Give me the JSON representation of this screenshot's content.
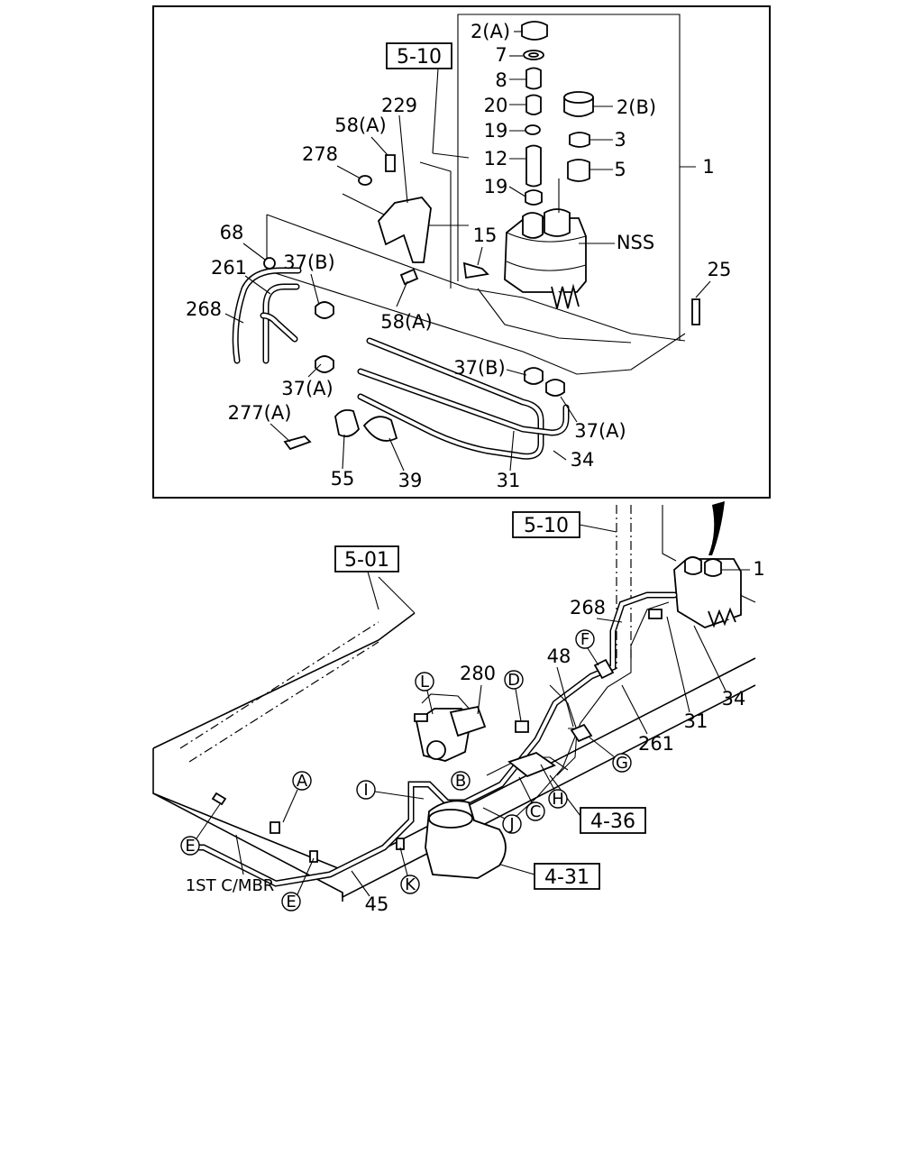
{
  "inset": {
    "parts": [
      {
        "id": "p2a",
        "text": "2(A)"
      },
      {
        "id": "p7",
        "text": "7"
      },
      {
        "id": "p8",
        "text": "8"
      },
      {
        "id": "p20",
        "text": "20"
      },
      {
        "id": "p19a",
        "text": "19"
      },
      {
        "id": "p12",
        "text": "12"
      },
      {
        "id": "p19b",
        "text": "19"
      },
      {
        "id": "p2b",
        "text": "2(B)"
      },
      {
        "id": "p3",
        "text": "3"
      },
      {
        "id": "p5",
        "text": "5"
      },
      {
        "id": "p1",
        "text": "1"
      },
      {
        "id": "pnss",
        "text": "NSS"
      },
      {
        "id": "p15",
        "text": "15"
      },
      {
        "id": "p25",
        "text": "25"
      },
      {
        "id": "p229",
        "text": "229"
      },
      {
        "id": "p58a1",
        "text": "58(A)"
      },
      {
        "id": "p278",
        "text": "278"
      },
      {
        "id": "p68",
        "text": "68"
      },
      {
        "id": "p261",
        "text": "261"
      },
      {
        "id": "p37b1",
        "text": "37(B)"
      },
      {
        "id": "p268",
        "text": "268"
      },
      {
        "id": "p58a2",
        "text": "58(A)"
      },
      {
        "id": "p37a1",
        "text": "37(A)"
      },
      {
        "id": "p37b2",
        "text": "37(B)"
      },
      {
        "id": "p37a2",
        "text": "37(A)"
      },
      {
        "id": "p277a",
        "text": "277(A)"
      },
      {
        "id": "p55",
        "text": "55"
      },
      {
        "id": "p39",
        "text": "39"
      },
      {
        "id": "p31",
        "text": "31"
      },
      {
        "id": "p34",
        "text": "34"
      }
    ],
    "ref_5_10": "5-10"
  },
  "main": {
    "refs": {
      "r5_10": "5-10",
      "r5_01": "5-01",
      "r4_36": "4-36",
      "r4_31": "4-31"
    },
    "parts": [
      {
        "id": "m1",
        "text": "1"
      },
      {
        "id": "m268",
        "text": "268"
      },
      {
        "id": "m48",
        "text": "48"
      },
      {
        "id": "m280",
        "text": "280"
      },
      {
        "id": "m31",
        "text": "31"
      },
      {
        "id": "m34",
        "text": "34"
      },
      {
        "id": "m261",
        "text": "261"
      },
      {
        "id": "m45",
        "text": "45"
      }
    ],
    "circled": [
      {
        "id": "cA",
        "text": "A"
      },
      {
        "id": "cB",
        "text": "B"
      },
      {
        "id": "cC",
        "text": "C"
      },
      {
        "id": "cD",
        "text": "D"
      },
      {
        "id": "cE1",
        "text": "E"
      },
      {
        "id": "cE2",
        "text": "E"
      },
      {
        "id": "cF",
        "text": "F"
      },
      {
        "id": "cG",
        "text": "G"
      },
      {
        "id": "cH",
        "text": "H"
      },
      {
        "id": "cI",
        "text": "I"
      },
      {
        "id": "cJ",
        "text": "J"
      },
      {
        "id": "cK",
        "text": "K"
      },
      {
        "id": "cL",
        "text": "L"
      }
    ],
    "note": "1ST C/MBR"
  }
}
